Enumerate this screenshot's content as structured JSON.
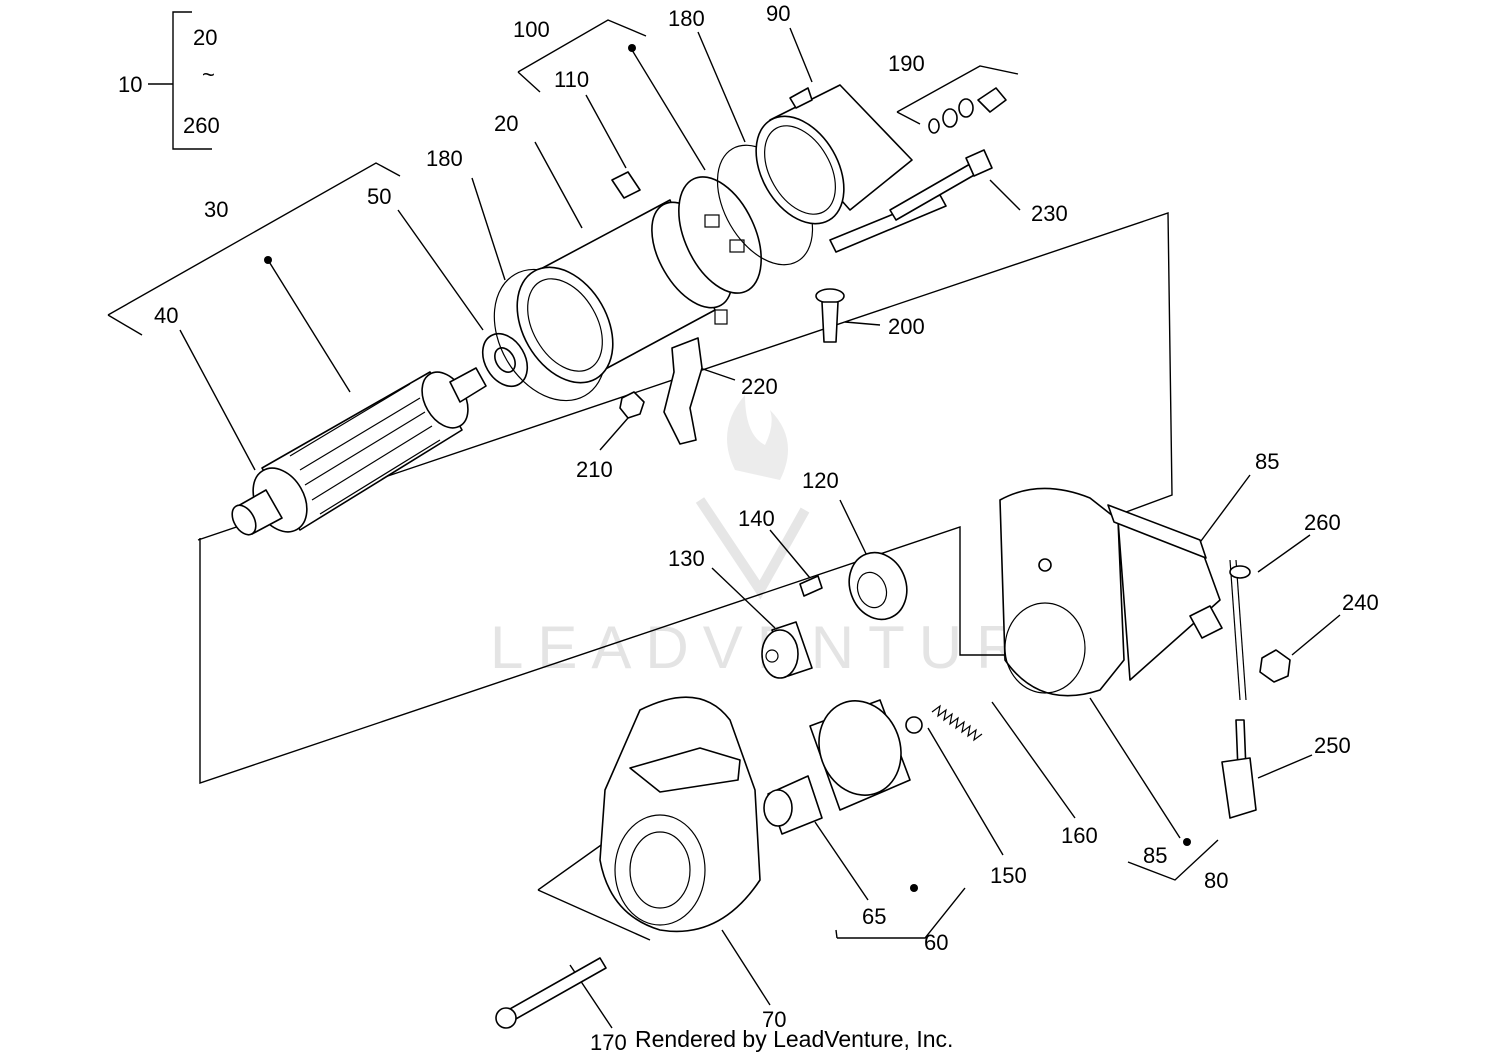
{
  "diagram": {
    "watermark_text": "LEADVENTURE",
    "credit": "Rendered by LeadVenture, Inc.",
    "range_marker": "~",
    "labels": {
      "l10": "10",
      "l20_top": "20",
      "l260_top": "260",
      "l100": "100",
      "l110": "110",
      "l180_top": "180",
      "l90": "90",
      "l190": "190",
      "l20": "20",
      "l180": "180",
      "l30": "30",
      "l50": "50",
      "l230": "230",
      "l40": "40",
      "l200": "200",
      "l220": "220",
      "l210": "210",
      "l85_top": "85",
      "l120": "120",
      "l140": "140",
      "l130": "130",
      "l260": "260",
      "l240": "240",
      "l250": "250",
      "l160": "160",
      "l150": "150",
      "l85_bot": "85",
      "l80": "80",
      "l65": "65",
      "l60": "60",
      "l70": "70",
      "l170": "170"
    }
  }
}
